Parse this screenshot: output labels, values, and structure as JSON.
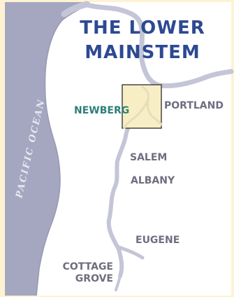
{
  "title": {
    "line1": "THE LOWER",
    "line2": "MAINSTEM"
  },
  "water_label": "PACIFIC OCEAN",
  "cities": {
    "newberg": "NEWBERG",
    "portland": "PORTLAND",
    "salem": "SALEM",
    "albany": "ALBANY",
    "eugene": "EUGENE",
    "cottage_grove_1": "COTTAGE",
    "cottage_grove_2": "GROVE"
  },
  "colors": {
    "ocean": "#a5a6c0",
    "river": "#c4c5d7",
    "title": "#2d4993",
    "highlight_fill": "#f8eec5",
    "highlight_border": "#2a2a2a",
    "city_label": "#6e6e80",
    "highlight_label": "#2f7f78",
    "border": "#fdf3d3"
  }
}
